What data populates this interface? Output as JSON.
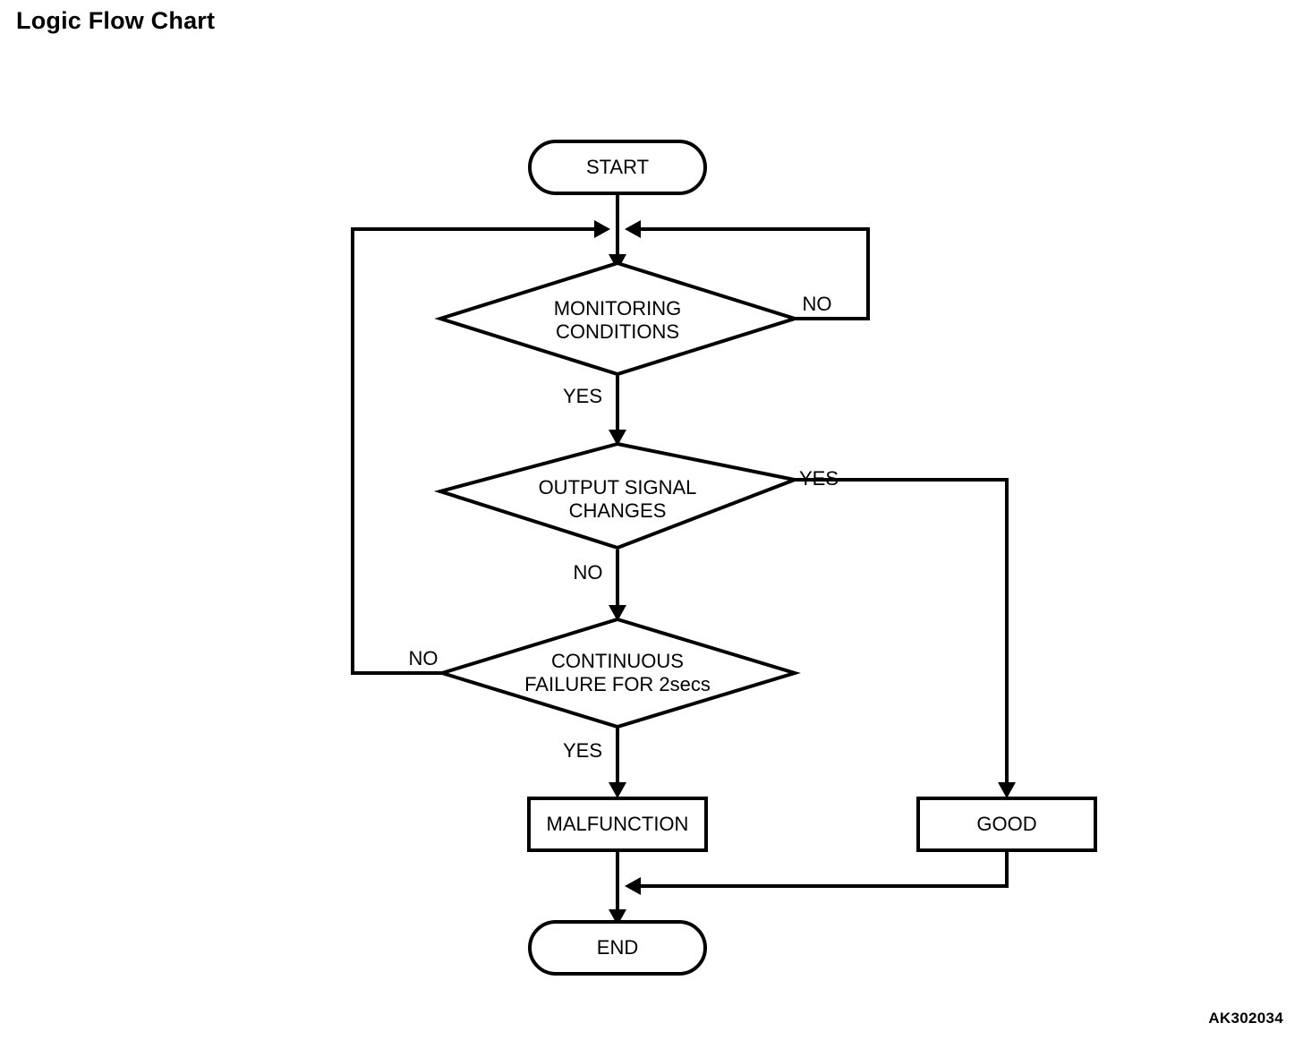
{
  "page": {
    "title": "Logic Flow Chart",
    "watermark": "AK302034",
    "background_color": "#ffffff",
    "line_color": "#000000"
  },
  "flowchart": {
    "type": "flowchart",
    "orientation": "top-to-bottom",
    "nodes": [
      {
        "id": "start",
        "shape": "terminator",
        "label": "START"
      },
      {
        "id": "monitoring",
        "shape": "decision",
        "label_line1": "MONITORING",
        "label_line2": "CONDITIONS"
      },
      {
        "id": "output",
        "shape": "decision",
        "label_line1": "OUTPUT SIGNAL",
        "label_line2": "CHANGES"
      },
      {
        "id": "continuous",
        "shape": "decision",
        "label_line1": "CONTINUOUS",
        "label_line2": "FAILURE FOR 2secs"
      },
      {
        "id": "malfunction",
        "shape": "process",
        "label": "MALFUNCTION"
      },
      {
        "id": "good",
        "shape": "process",
        "label": "GOOD"
      },
      {
        "id": "end",
        "shape": "terminator",
        "label": "END"
      }
    ],
    "edges": [
      {
        "from": "start",
        "to": "monitoring",
        "label": ""
      },
      {
        "from": "monitoring",
        "to": "monitoring",
        "label": "NO",
        "route": "right-loop-to-top"
      },
      {
        "from": "monitoring",
        "to": "output",
        "label": "YES"
      },
      {
        "from": "output",
        "to": "good",
        "label": "YES",
        "route": "right-down"
      },
      {
        "from": "output",
        "to": "continuous",
        "label": "NO"
      },
      {
        "from": "continuous",
        "to": "monitoring",
        "label": "NO",
        "route": "left-loop-to-top"
      },
      {
        "from": "continuous",
        "to": "malfunction",
        "label": "YES"
      },
      {
        "from": "malfunction",
        "to": "end",
        "label": ""
      },
      {
        "from": "good",
        "to": "end",
        "label": "",
        "route": "down-left-merge"
      }
    ]
  }
}
